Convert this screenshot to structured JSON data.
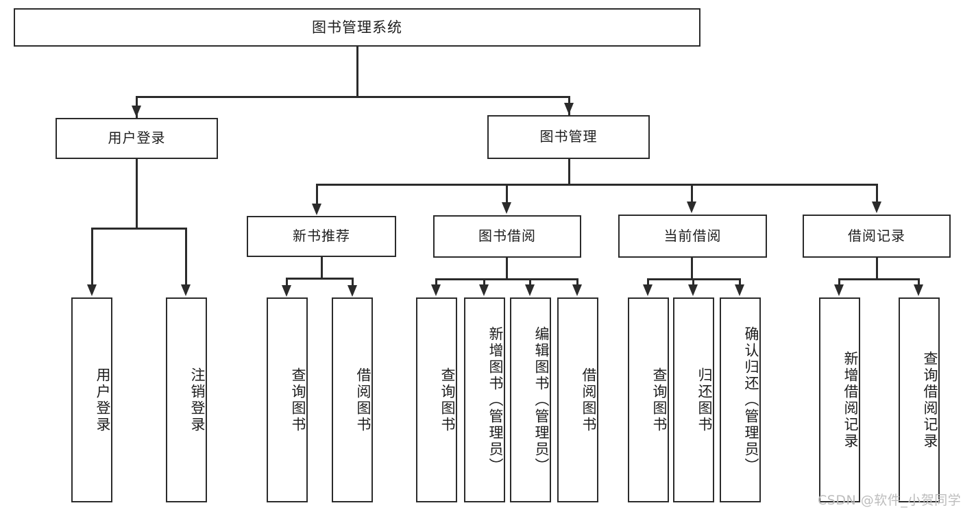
{
  "diagram": {
    "type": "tree-hierarchy-chart",
    "root": {
      "label": "图书管理系统"
    },
    "level1": [
      {
        "label": "用户登录"
      },
      {
        "label": "图书管理"
      }
    ],
    "level2": [
      {
        "label": "新书推荐"
      },
      {
        "label": "图书借阅"
      },
      {
        "label": "当前借阅"
      },
      {
        "label": "借阅记录"
      }
    ],
    "leaves": {
      "user_login": [
        {
          "label": "用户登录"
        },
        {
          "label": "注销登录"
        }
      ],
      "new_book_recommend": [
        {
          "label": "查询图书"
        },
        {
          "label": "借阅图书"
        }
      ],
      "book_borrow": [
        {
          "label": "查询图书"
        },
        {
          "label": "新增图书（管理员）"
        },
        {
          "label": "编辑图书（管理员）"
        },
        {
          "label": "借阅图书"
        }
      ],
      "current_borrow": [
        {
          "label": "查询图书"
        },
        {
          "label": "归还图书"
        },
        {
          "label": "确认归还（管理员）"
        }
      ],
      "borrow_record": [
        {
          "label": "新增借阅记录"
        },
        {
          "label": "查询借阅记录"
        }
      ]
    }
  },
  "watermark": {
    "text": "CSDN @软件_小贺同学"
  },
  "colors": {
    "stroke": "#2b2b2b",
    "text": "#1d1d1d",
    "background": "#ffffff",
    "watermark": "#bdbdbd"
  }
}
